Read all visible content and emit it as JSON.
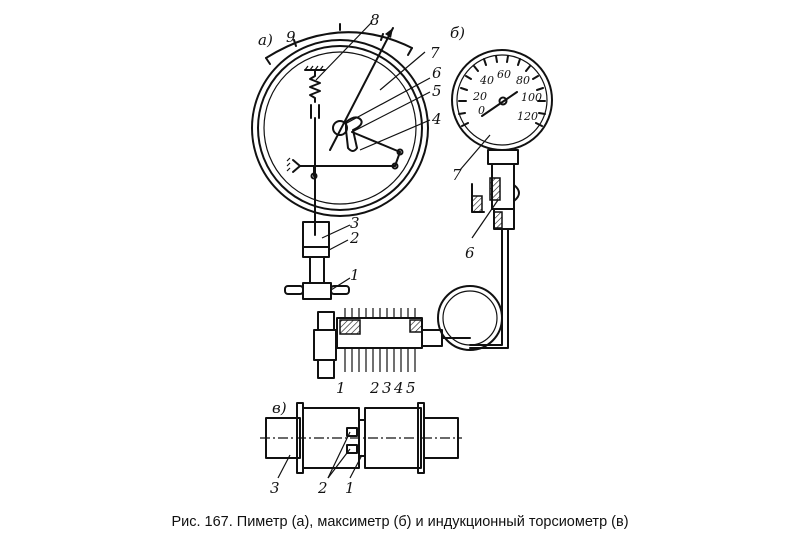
{
  "caption": "Рис. 167. Пиметр (а), максиметр (б) и индукционный торсиометр (в)",
  "panel_a": {
    "tag": "а)",
    "labels": [
      "1",
      "2",
      "3",
      "4",
      "5",
      "6",
      "7",
      "8",
      "9"
    ]
  },
  "panel_b": {
    "tag": "б)",
    "dial_numbers": [
      "0",
      "20",
      "40",
      "60",
      "80",
      "100",
      "120"
    ],
    "labels": [
      "7",
      "6"
    ],
    "bellows_labels": [
      "1",
      "2",
      "3",
      "4",
      "5"
    ]
  },
  "panel_c": {
    "tag": "в)",
    "labels": [
      "3",
      "2",
      "1"
    ]
  }
}
